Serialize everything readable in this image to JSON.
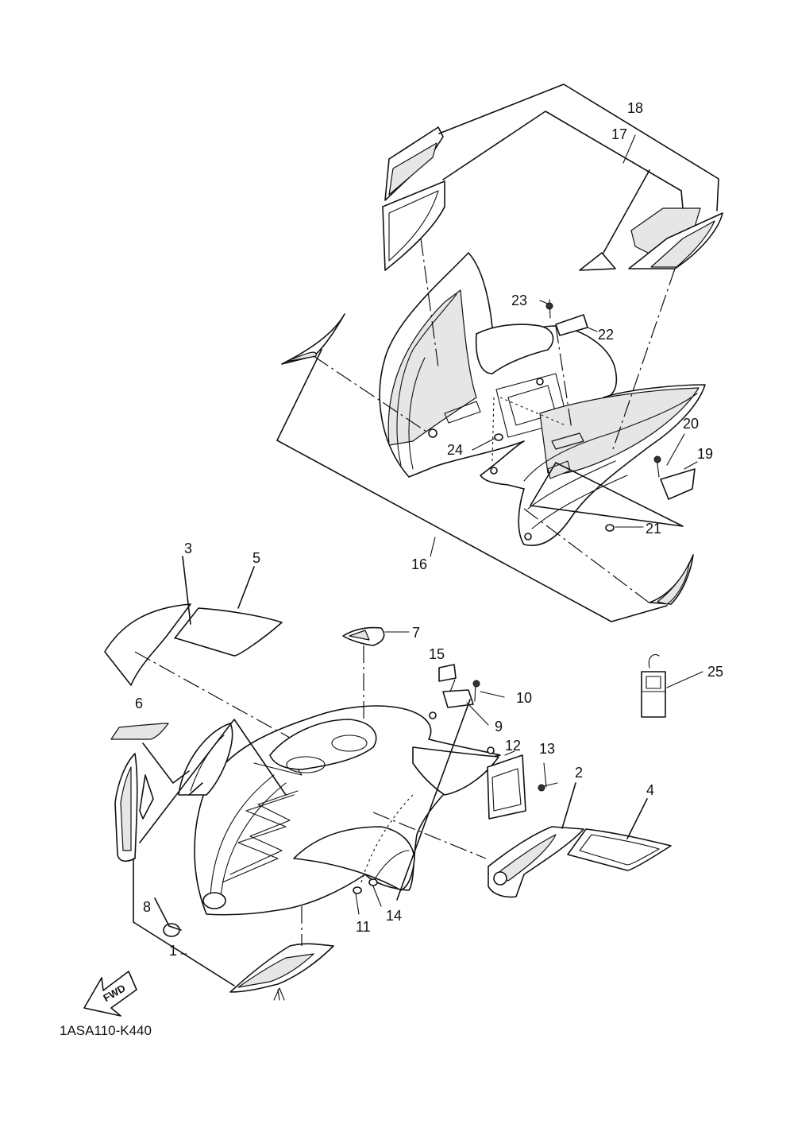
{
  "diagram": {
    "drawing_code": "1ASA110-K440",
    "direction_label": "FWD",
    "callouts": [
      {
        "id": "c1",
        "label": "1"
      },
      {
        "id": "c2",
        "label": "2"
      },
      {
        "id": "c3",
        "label": "3"
      },
      {
        "id": "c4",
        "label": "4"
      },
      {
        "id": "c5",
        "label": "5"
      },
      {
        "id": "c6",
        "label": "6"
      },
      {
        "id": "c7",
        "label": "7"
      },
      {
        "id": "c8",
        "label": "8"
      },
      {
        "id": "c9",
        "label": "9"
      },
      {
        "id": "c10",
        "label": "10"
      },
      {
        "id": "c11",
        "label": "11"
      },
      {
        "id": "c12",
        "label": "12"
      },
      {
        "id": "c13",
        "label": "13"
      },
      {
        "id": "c14",
        "label": "14"
      },
      {
        "id": "c15",
        "label": "15"
      },
      {
        "id": "c16",
        "label": "16"
      },
      {
        "id": "c17",
        "label": "17"
      },
      {
        "id": "c18",
        "label": "18"
      },
      {
        "id": "c19",
        "label": "19"
      },
      {
        "id": "c20",
        "label": "20"
      },
      {
        "id": "c21",
        "label": "21"
      },
      {
        "id": "c22",
        "label": "22"
      },
      {
        "id": "c23",
        "label": "23"
      },
      {
        "id": "c24",
        "label": "24"
      },
      {
        "id": "c25",
        "label": "25"
      }
    ]
  }
}
